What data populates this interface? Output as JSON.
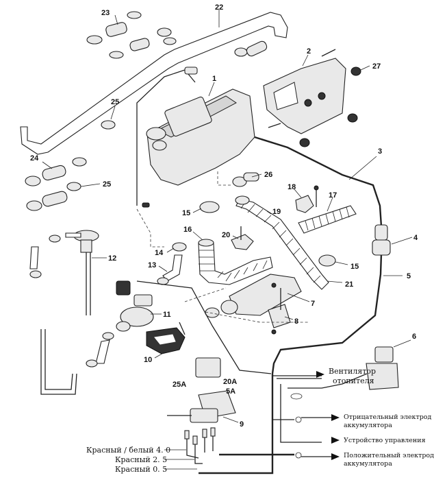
{
  "part_numbers": {
    "n1": "1",
    "n2": "2",
    "n3": "3",
    "n4": "4",
    "n5": "5",
    "n6": "6",
    "n7": "7",
    "n8": "8",
    "n9": "9",
    "n10": "10",
    "n11": "11",
    "n12": "12",
    "n13": "13",
    "n14": "14",
    "n15a": "15",
    "n15b": "15",
    "n16": "16",
    "n17": "17",
    "n18": "18",
    "n19": "19",
    "n20": "20",
    "n21": "21",
    "n22": "22",
    "n23": "23",
    "n24": "24",
    "n25a": "25",
    "n25b": "25",
    "n26": "26",
    "n27": "27"
  },
  "relay_terminals": {
    "t25a": "25A",
    "t20a": "20A",
    "t5a": "5A"
  },
  "wire_labels": {
    "red_white": "Красный / белый 4. 0",
    "red_25": "Красный  2. 5",
    "red_05": "Красный  0. 5"
  },
  "connections": {
    "fan_line1": "Вентилятор",
    "fan_line2": "отопителя",
    "neg_line1": "Отрицательный электрод",
    "neg_line2": "аккумулятора",
    "control": "Устройство управления",
    "pos_line1": "Положительный электрод",
    "pos_line2": "аккумулятора"
  }
}
